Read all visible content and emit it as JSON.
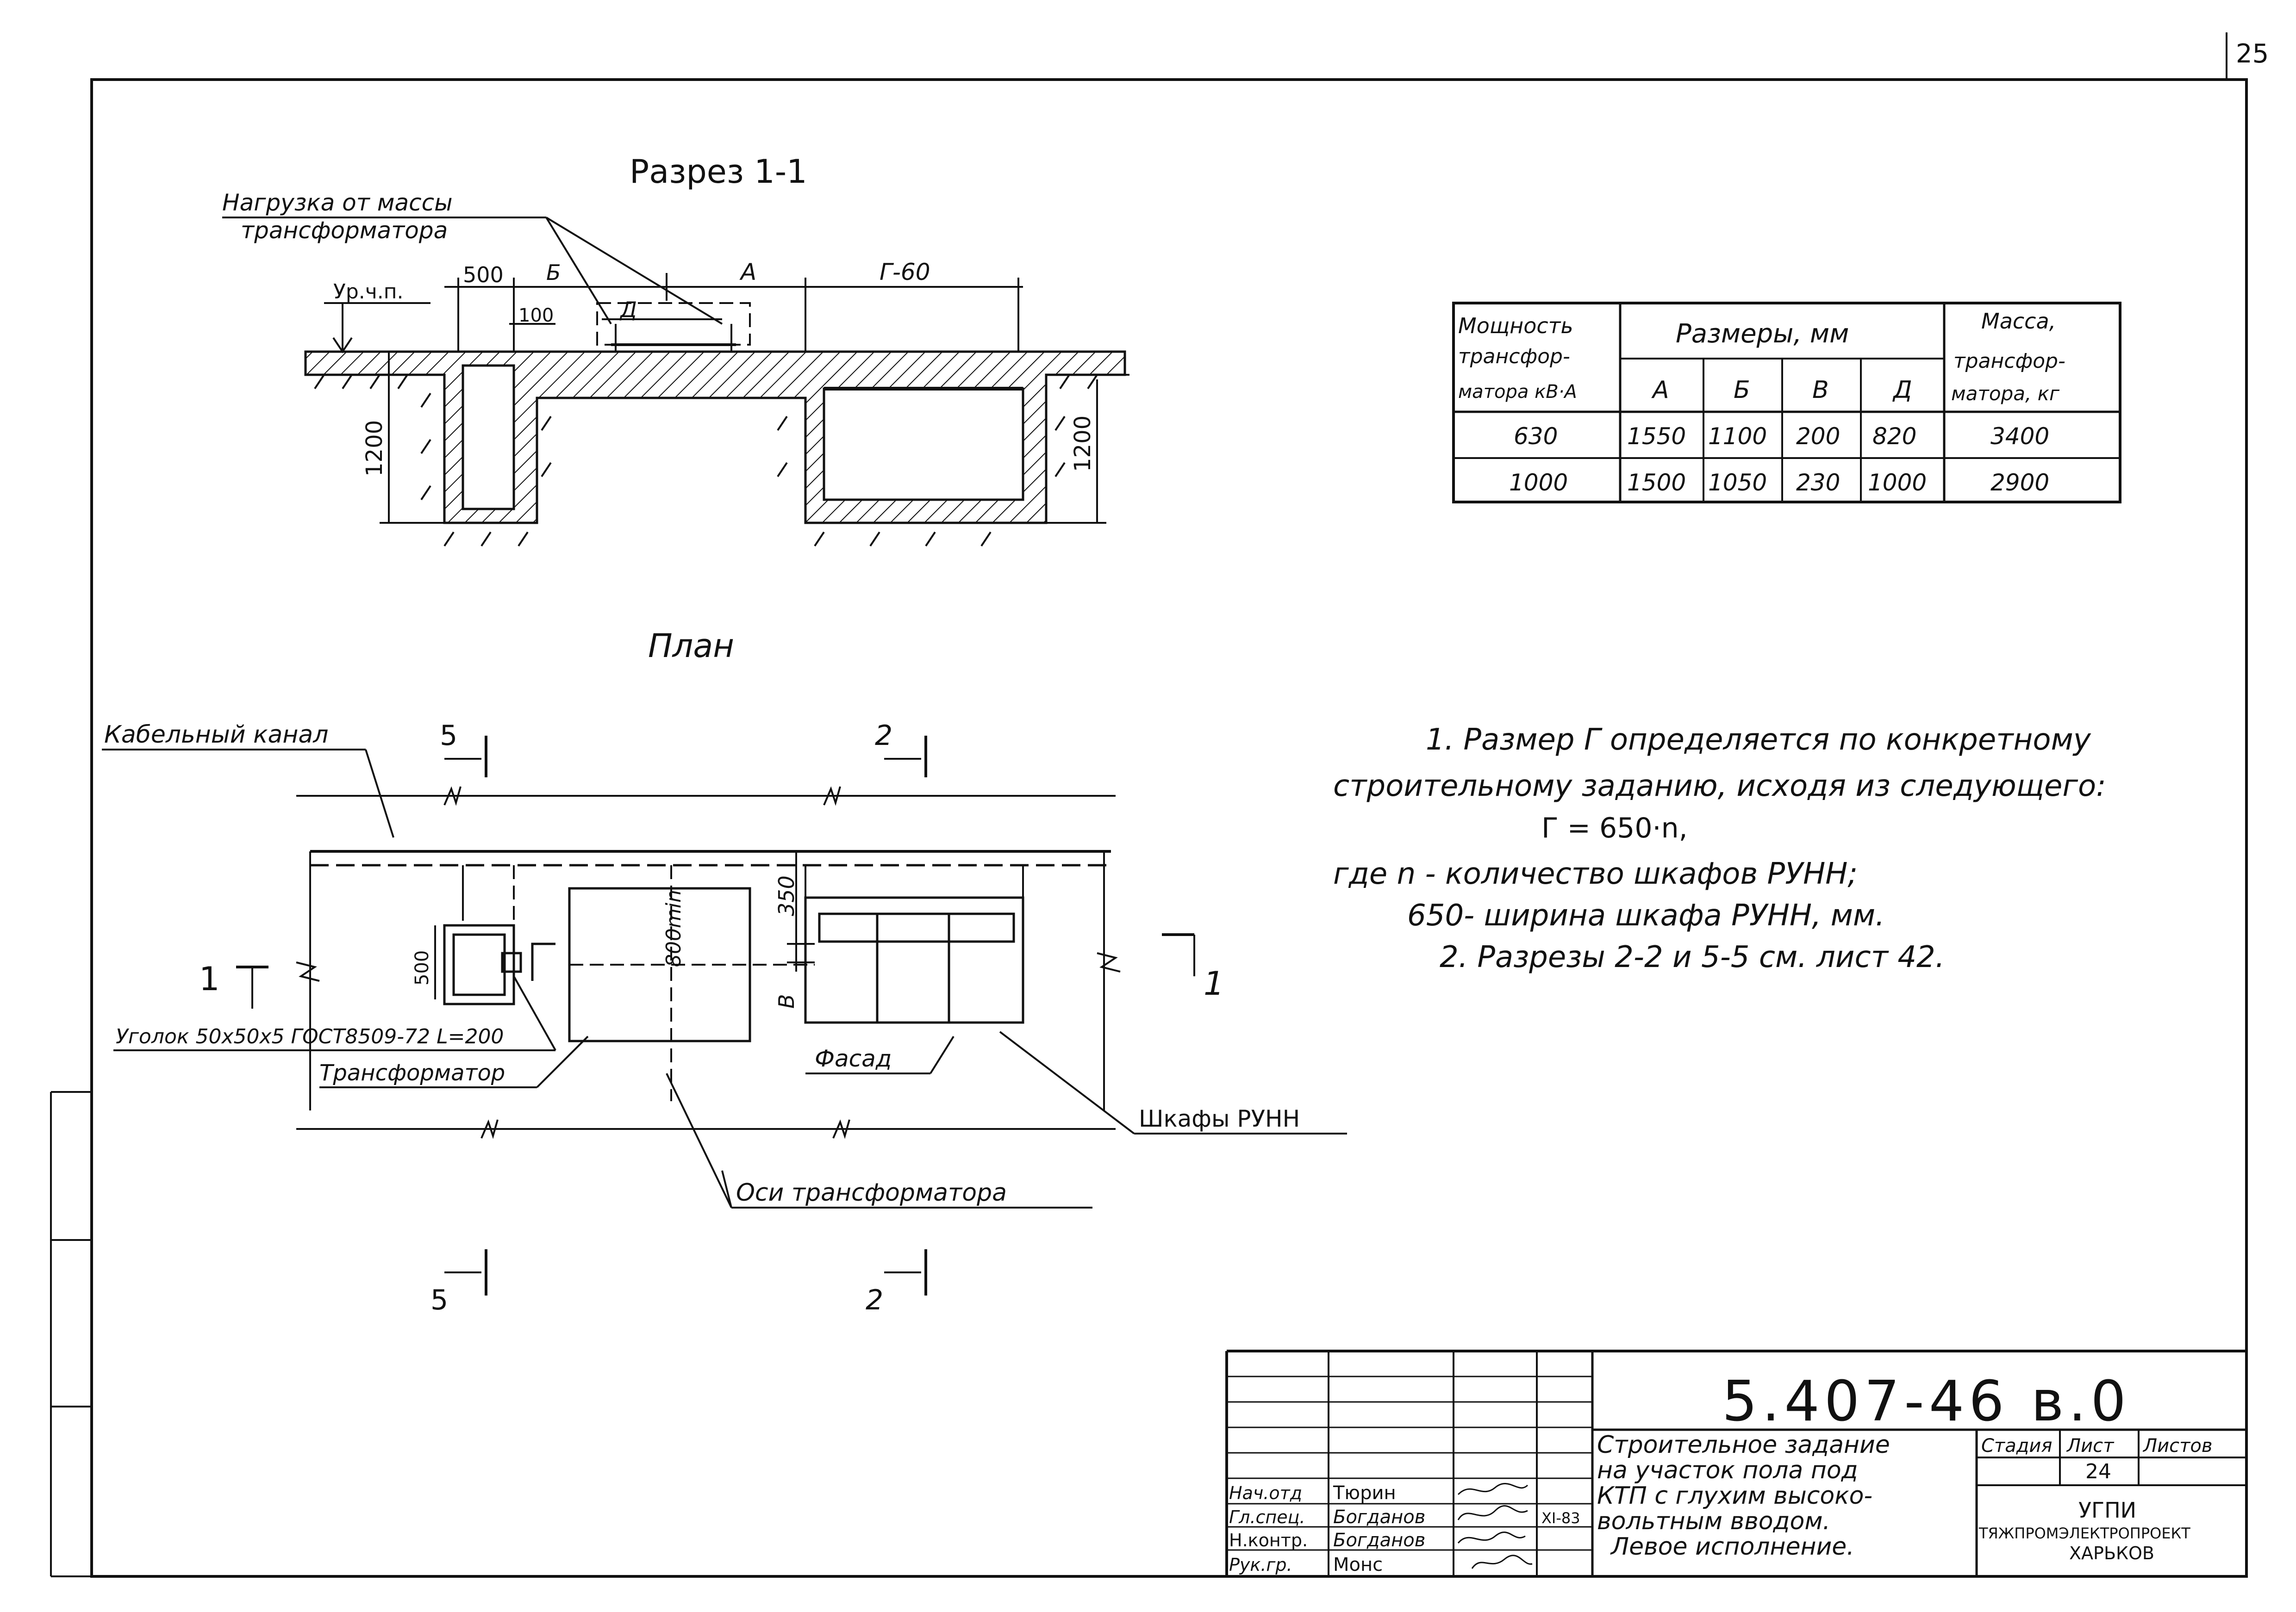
{
  "page_number": "25",
  "section_title": "Разрез 1-1",
  "plan_title": "План",
  "section_labels": {
    "load_line1": "Нагрузка от массы",
    "load_line2": "трансформатора",
    "floor_level": "Ур.ч.п.",
    "dim_500": "500",
    "dim_B": "Б",
    "dim_A": "А",
    "dim_G60": "Г-60",
    "dim_100": "100",
    "dim_D": "Д",
    "dim_1200_left": "1200",
    "dim_1200_right": "1200"
  },
  "plan_labels": {
    "cable_channel": "Кабельный канал",
    "cut5_top": "5",
    "cut2_top": "2",
    "cut5_bottom": "5",
    "cut2_bottom": "2",
    "cut1_left": "1",
    "cut1_right": "1",
    "dim_350": "350",
    "dim_800min": "800min",
    "dim_500": "500",
    "dim_V": "В",
    "angle": "Уголок 50х50х5 ГОСТ8509-72 L=200",
    "transformer": "Трансформатор",
    "facade": "Фасад",
    "cabinets": "Шкафы РУНН",
    "axes": "Оси трансформатора"
  },
  "table": {
    "header_power": [
      "Мощность",
      "трансфор-",
      "матора кВ·А"
    ],
    "header_sizes": "Размеры, мм",
    "header_mass": [
      "Масса,",
      "трансфор-",
      "матора, кг"
    ],
    "columns": [
      "А",
      "Б",
      "В",
      "Д"
    ],
    "rows": [
      {
        "power": "630",
        "A": "1550",
        "B": "1100",
        "V": "200",
        "D": "820",
        "mass": "3400"
      },
      {
        "power": "1000",
        "A": "1500",
        "B": "1050",
        "V": "230",
        "D": "1000",
        "mass": "2900"
      }
    ]
  },
  "notes": [
    "1. Размер Г определяется по конкретному",
    "строительному заданию, исходя из следующего:",
    "Г = 650·n,",
    "где n - количество шкафов РУНН;",
    "650- ширина шкафа РУНН, мм.",
    "2. Разрезы 2-2 и 5-5 см. лист 42."
  ],
  "title_block": {
    "code": "5.407-46  в.0",
    "description": [
      "Строительное задание",
      "на участок пола под",
      "КТП с глухим высоко-",
      "вольтным вводом.",
      "Левое исполнение."
    ],
    "stage_label": "Стадия",
    "sheet_label": "Лист",
    "sheets_label": "Листов",
    "sheet_number": "24",
    "org": [
      "УГПИ",
      "ТЯЖПРОМЭЛЕКТРОПРОЕКТ",
      "ХАРЬКОВ"
    ],
    "date": "XI-83",
    "signatures": [
      {
        "role": "Нач.отд",
        "name": "Тюрин"
      },
      {
        "role": "Гл.спец.",
        "name": "Богданов"
      },
      {
        "role": "Н.контр.",
        "name": "Богданов"
      },
      {
        "role": "Рук.гр.",
        "name": "Монс"
      }
    ]
  }
}
